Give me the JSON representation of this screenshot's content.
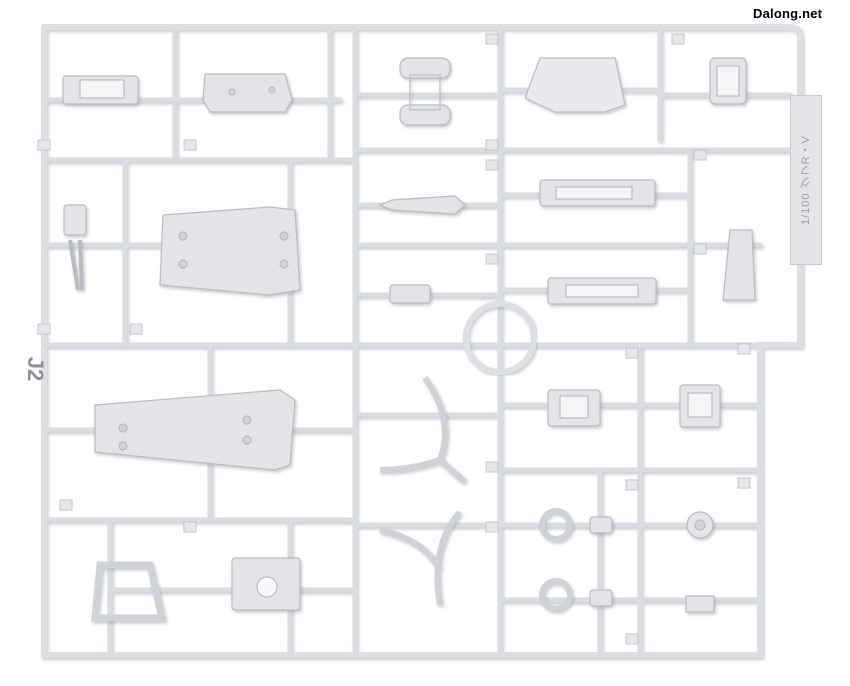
{
  "watermark": "Dalong.net",
  "runner_letter": "J2",
  "side_label": "1/100 グフR・V",
  "colors": {
    "background": "#ffffff",
    "plastic": "#e2e4e8",
    "plastic_edge": "#b9bcc2",
    "plastic_shadow": "#c9ccd1",
    "watermark": "#000000"
  }
}
